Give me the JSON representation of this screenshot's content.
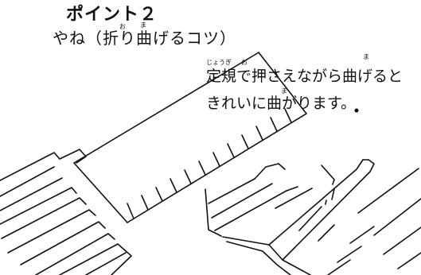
{
  "heading": {
    "title": "ポイント２",
    "subtitle": "やね（折り曲げるコツ）"
  },
  "note": {
    "line1": "定規で押さえながら曲げると",
    "line2": "きれいに曲がります。"
  },
  "furigana": {
    "ori": "お",
    "ma_title": "ま",
    "jougi": "じょうぎ",
    "osa": "お",
    "ma_note1": "ま",
    "ma_note2": "ま"
  },
  "colors": {
    "ink": "#111111",
    "paper": "#ffffff"
  }
}
